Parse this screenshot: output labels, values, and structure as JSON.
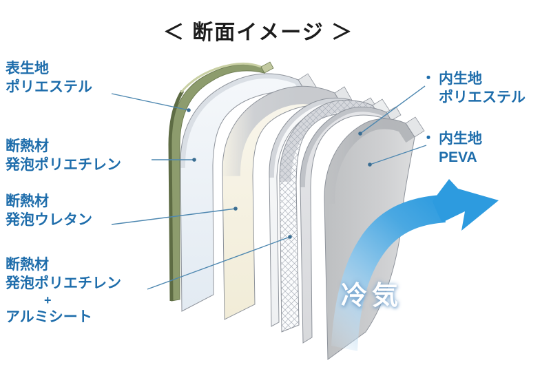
{
  "title": "＜ 断面イメージ ＞",
  "airflow_label": "冷気",
  "colors": {
    "label_text": "#1e6dab",
    "leader_line": "#4d87b0",
    "arrow_blue": "#2d9bdf",
    "outer_fabric_olive": "#8d9c6d",
    "foam_pe_blue": "#e8eff5",
    "urethane_cream": "#f4f0df",
    "alu_sheet_white": "#fdfdfe",
    "inner_polyester_gray": "#dcdde0",
    "peva_gray": "#c9cacc"
  },
  "labels_left": [
    {
      "id": "outer-fabric",
      "lines": [
        "表生地",
        "ポリエステル"
      ]
    },
    {
      "id": "insulation-foam-pe",
      "lines": [
        "断熱材",
        "発泡ポリエチレン"
      ]
    },
    {
      "id": "insulation-urethane",
      "lines": [
        "断熱材",
        "発泡ウレタン"
      ]
    },
    {
      "id": "insulation-foam-pe-alu",
      "lines": [
        "断熱材",
        "発泡ポリエチレン",
        "+",
        "アルミシート"
      ]
    }
  ],
  "labels_right": [
    {
      "id": "inner-polyester",
      "bullet": "・",
      "lines": [
        "内生地",
        "ポリエステル"
      ]
    },
    {
      "id": "inner-peva",
      "bullet": "・",
      "lines": [
        "内生地",
        "PEVA"
      ]
    }
  ],
  "layers": [
    {
      "name": "表生地 ポリエステル",
      "color": "#8d9c6d"
    },
    {
      "name": "断熱材 発泡ポリエチレン",
      "color": "#e8eff5"
    },
    {
      "name": "断熱材 発泡ウレタン",
      "color": "#f4f0df"
    },
    {
      "name": "断熱材 発泡ポリエチレン",
      "color": "#f3f4f5"
    },
    {
      "name": "アルミシート",
      "color": "#ffffff",
      "pattern": "crosshatch"
    },
    {
      "name": "内生地 ポリエステル",
      "color": "#dcdde0"
    },
    {
      "name": "内生地 PEVA",
      "color": "#c9cacc"
    }
  ]
}
